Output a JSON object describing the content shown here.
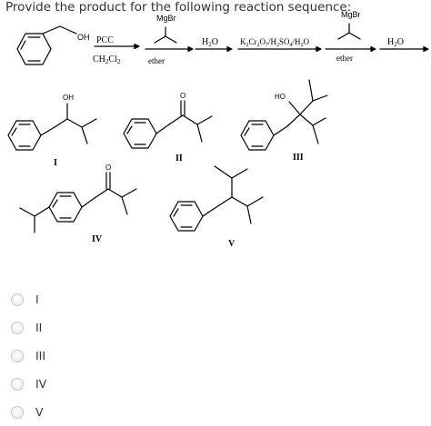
{
  "question": {
    "prompt": "Provide the product for the following reaction sequence:"
  },
  "scheme": {
    "start_label": "OH",
    "step1": {
      "reagent_top": "PCC",
      "reagent_bottom": "CH2Cl2"
    },
    "step2": {
      "reagent_top": "MgBr",
      "reagent_bottom": "ether"
    },
    "step3": {
      "reagent_top": "H2O"
    },
    "step4": {
      "reagent_top": "K2Cr2O7/H2SO4/H2O"
    },
    "step5": {
      "reagent_top": "MgBr",
      "reagent_bottom": "ether"
    },
    "step6": {
      "reagent_top": "H2O"
    }
  },
  "structures": {
    "I": {
      "label": "I",
      "group": "OH"
    },
    "II": {
      "label": "II",
      "group": "O"
    },
    "III": {
      "label": "III",
      "group": "HO"
    },
    "IV": {
      "label": "IV",
      "group": "O"
    },
    "V": {
      "label": "V"
    }
  },
  "answer_options": [
    {
      "label": "I",
      "selected": false
    },
    {
      "label": "II",
      "selected": false
    },
    {
      "label": "III",
      "selected": false
    },
    {
      "label": "IV",
      "selected": false
    },
    {
      "label": "V",
      "selected": false
    }
  ]
}
